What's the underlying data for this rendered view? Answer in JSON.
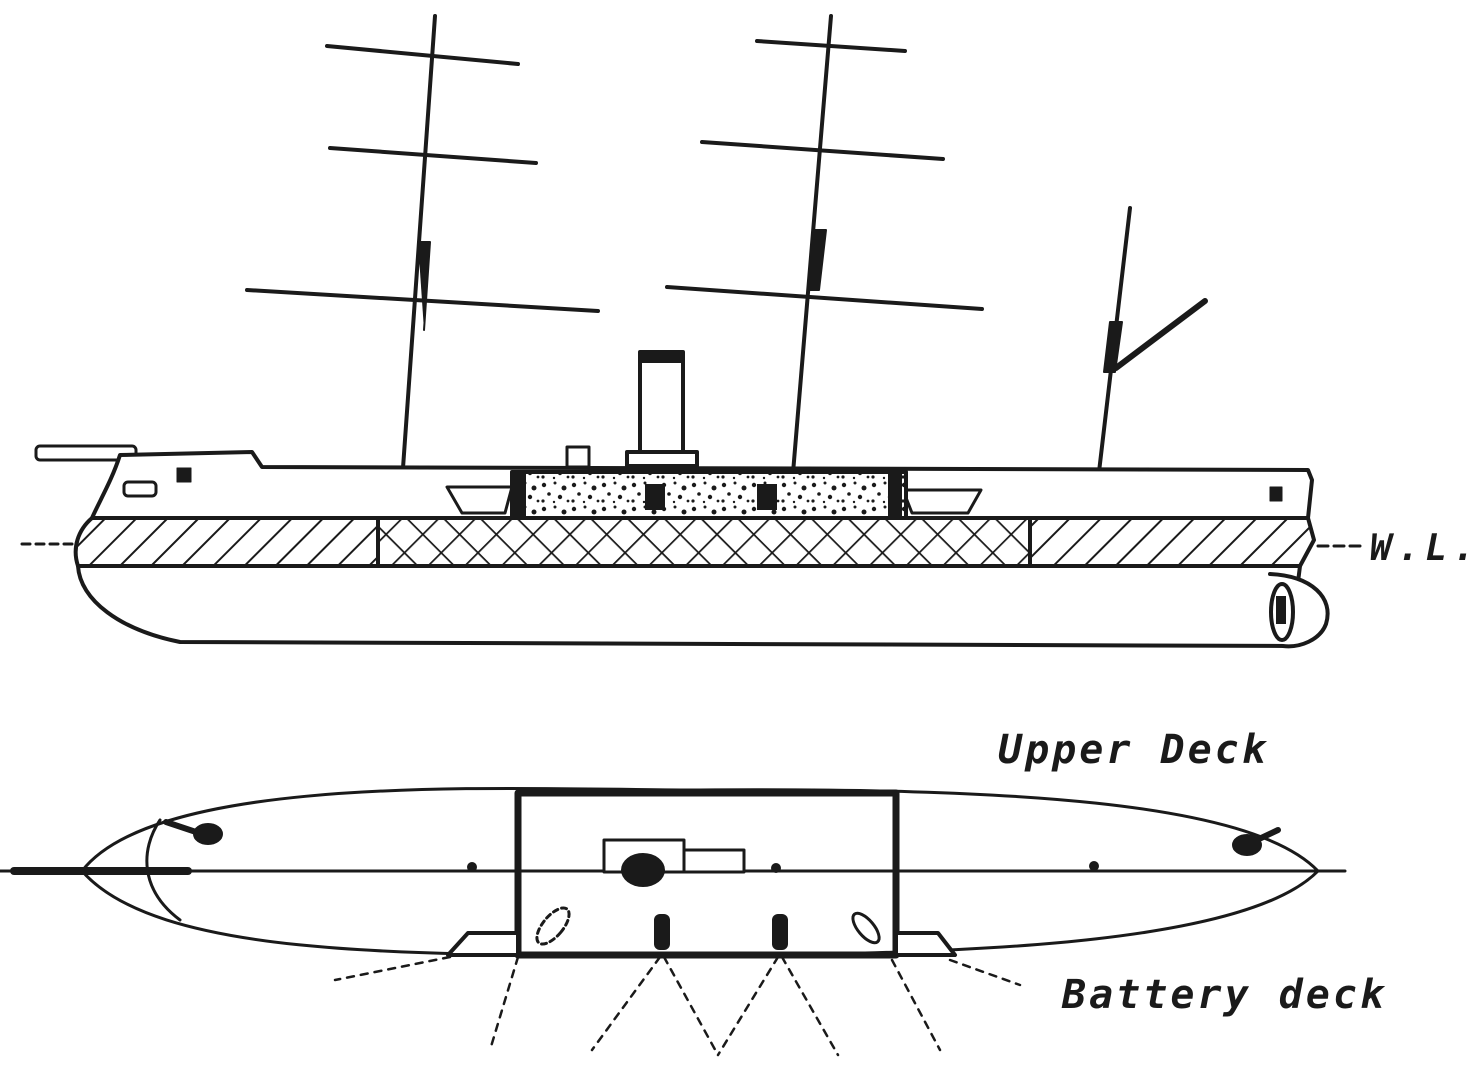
{
  "labels": {
    "waterline": "W.L.",
    "upper_deck": "Upper Deck",
    "battery_deck": "Battery deck"
  },
  "colors": {
    "ink": "#1a1a1a",
    "paper": "#ffffff"
  },
  "views": [
    "side-elevation",
    "deck-plan"
  ]
}
